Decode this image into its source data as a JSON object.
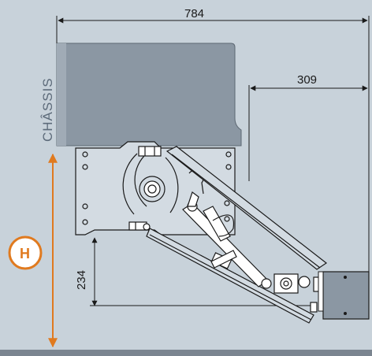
{
  "dimensions": {
    "overall_width": "784",
    "right_offset": "309",
    "height_value": "234"
  },
  "labels": {
    "chassis": "CHÂSSIS",
    "height_badge": "H"
  },
  "colors": {
    "background": "#c8d2da",
    "chassis_block": "#8b97a3",
    "accent": "#e07a1f",
    "line": "#1a1a1a"
  }
}
